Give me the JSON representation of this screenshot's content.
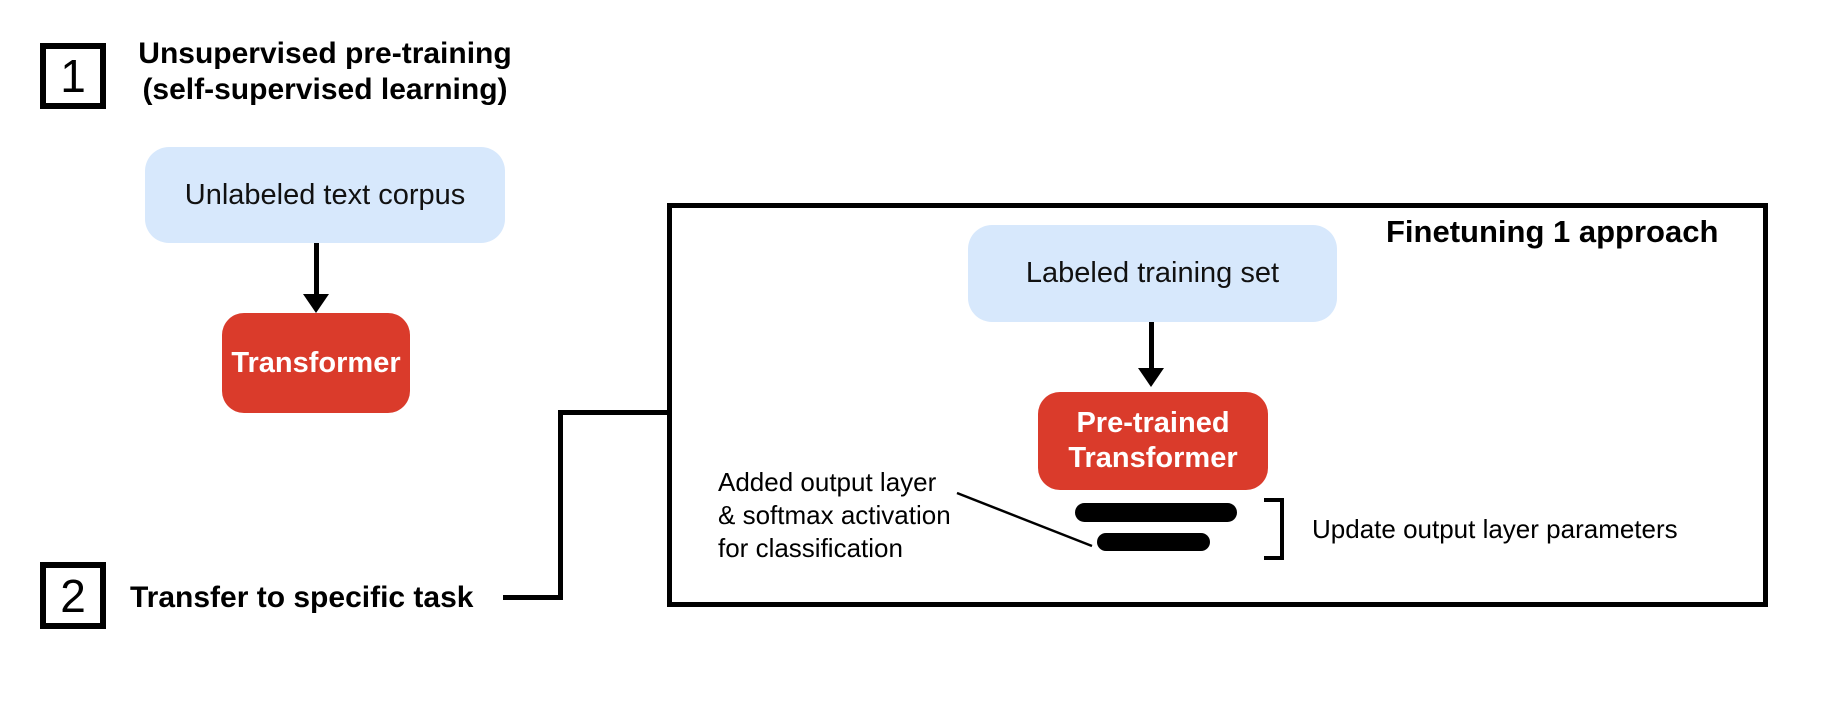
{
  "diagram": {
    "background_color": "#ffffff",
    "colors": {
      "accent_red": "#da3b2b",
      "light_blue": "#d7e8fc",
      "line_black": "#000000",
      "text_white": "#ffffff"
    },
    "step1": {
      "number": "1",
      "title_line1": "Unsupervised pre-training",
      "title_line2": "(self-supervised learning)"
    },
    "pretraining": {
      "corpus_label": "Unlabeled text corpus",
      "model_label": "Transformer"
    },
    "step2": {
      "number": "2",
      "title": "Transfer to specific task"
    },
    "finetuning_panel": {
      "title": "Finetuning 1 approach",
      "dataset_label": "Labeled training set",
      "model_label_line1": "Pre-trained",
      "model_label_line2": "Transformer",
      "annotation_line1": "Added output layer",
      "annotation_line2": "& softmax activation",
      "annotation_line3": "for classification",
      "bracket_note": "Update output layer parameters"
    },
    "icons": {
      "down_arrow": "solid black downward arrow",
      "elbow_connector": "right-angle black connector line",
      "right_bracket": "square right bracket",
      "callout_line": "thin diagonal pointer line",
      "output_layer_bars": "two black rounded horizontal bars"
    }
  }
}
